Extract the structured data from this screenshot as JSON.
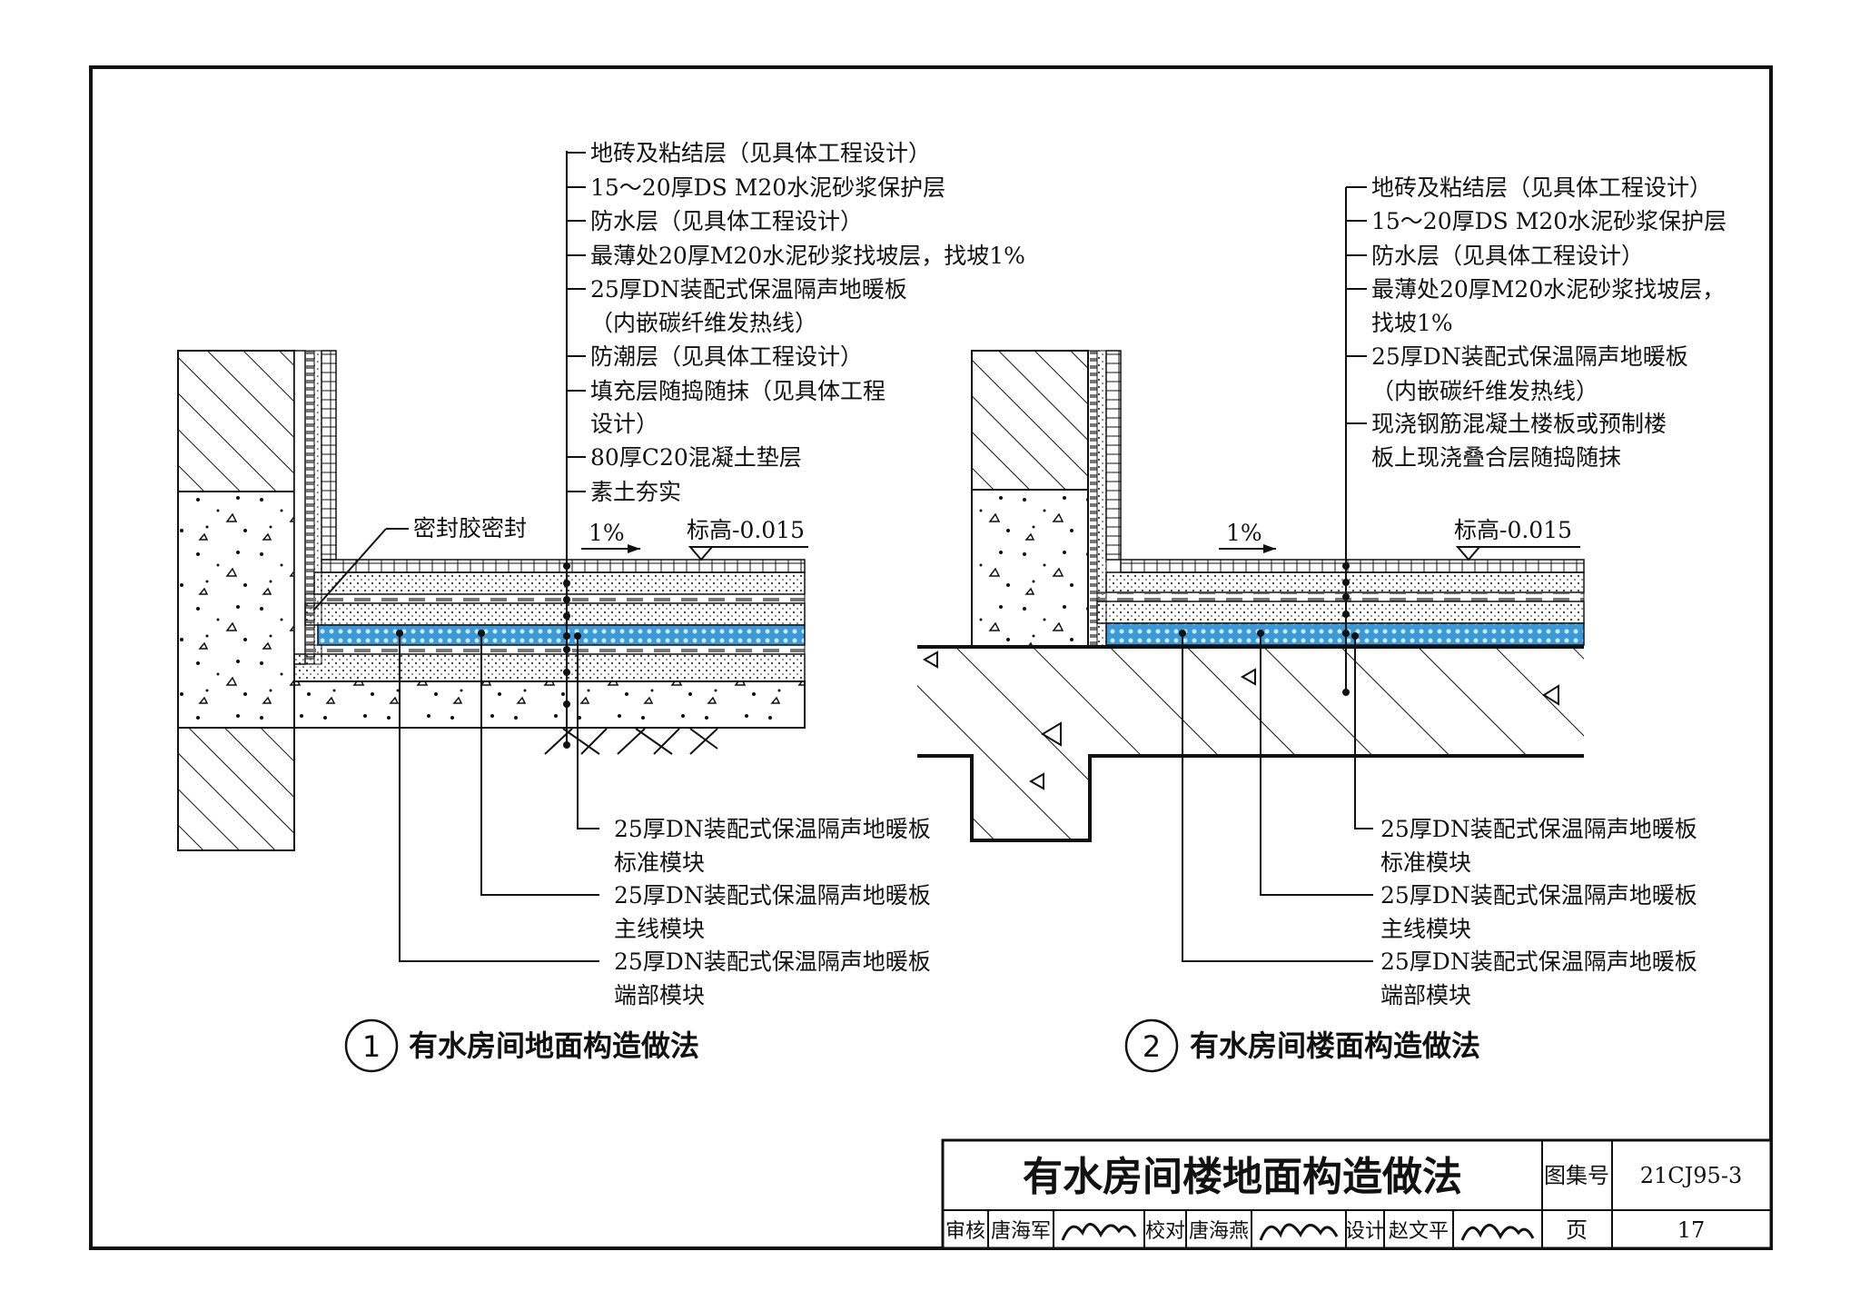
{
  "detail1": {
    "callouts": [
      "地砖及粘结层（见具体工程设计）",
      "15～20厚DS M20水泥砂浆保护层",
      "防水层（见具体工程设计）",
      "最薄处20厚M20水泥砂浆找坡层，找坡1%",
      "25厚DN装配式保温隔声地暖板",
      "（内嵌碳纤维发热线）",
      "防潮层（见具体工程设计）",
      "填充层随捣随抹（见具体工程",
      "设计）",
      "80厚C20混凝土垫层",
      "素土夯实"
    ],
    "seal_note": "密封胶密封",
    "slope": "1%",
    "elevation": "标高-0.015",
    "modules": [
      "25厚DN装配式保温隔声地暖板",
      "标准模块",
      "25厚DN装配式保温隔声地暖板",
      "主线模块",
      "25厚DN装配式保温隔声地暖板",
      "端部模块"
    ],
    "number": "1",
    "caption": "有水房间地面构造做法"
  },
  "detail2": {
    "callouts": [
      "地砖及粘结层（见具体工程设计）",
      "15～20厚DS M20水泥砂浆保护层",
      "防水层（见具体工程设计）",
      "最薄处20厚M20水泥砂浆找坡层，",
      "找坡1%",
      "25厚DN装配式保温隔声地暖板",
      "（内嵌碳纤维发热线）",
      "现浇钢筋混凝土楼板或预制楼",
      "板上现浇叠合层随捣随抹"
    ],
    "slope": "1%",
    "elevation": "标高-0.015",
    "modules": [
      "25厚DN装配式保温隔声地暖板",
      "标准模块",
      "25厚DN装配式保温隔声地暖板",
      "主线模块",
      "25厚DN装配式保温隔声地暖板",
      "端部模块"
    ],
    "number": "2",
    "caption": "有水房间楼面构造做法"
  },
  "title_block": {
    "title": "有水房间楼地面构造做法",
    "atlas_label": "图集号",
    "atlas_no": "21CJ95-3",
    "review_label": "审核",
    "reviewer": "唐海军",
    "check_label": "校对",
    "checker": "唐海燕",
    "design_label": "设计",
    "designer": "赵文平",
    "page_label": "页",
    "page_no": "17"
  },
  "colors": {
    "insulation": "#3a9ad9",
    "line": "#111111"
  }
}
